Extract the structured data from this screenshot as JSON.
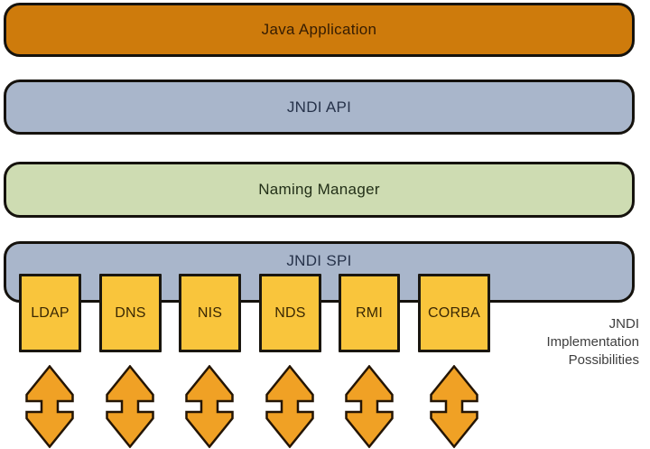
{
  "title": "JNDI architecture diagram",
  "colors": {
    "background": "#ffffff",
    "java_application_fill": "#ce7b0c",
    "jndi_api_fill": "#a9b6cb",
    "naming_manager_fill": "#cedcb2",
    "jndi_spi_fill": "#a9b6cb",
    "provider_box_fill": "#f9c53c",
    "arrow_fill": "#f0a125",
    "outline": "#15120d",
    "caption_text": "#3e3e3e"
  },
  "diagram": {
    "layers": [
      {
        "label": "Java Application"
      },
      {
        "label": "JNDI API"
      },
      {
        "label": "Naming Manager"
      },
      {
        "label": "JNDI SPI"
      }
    ],
    "providers": [
      {
        "label": "LDAP"
      },
      {
        "label": "DNS"
      },
      {
        "label": "NIS"
      },
      {
        "label": "NDS"
      },
      {
        "label": "RMI"
      },
      {
        "label": "CORBA"
      }
    ],
    "caption": {
      "line1": "JNDI",
      "line2": "Implementation",
      "line3": "Possibilities"
    }
  }
}
